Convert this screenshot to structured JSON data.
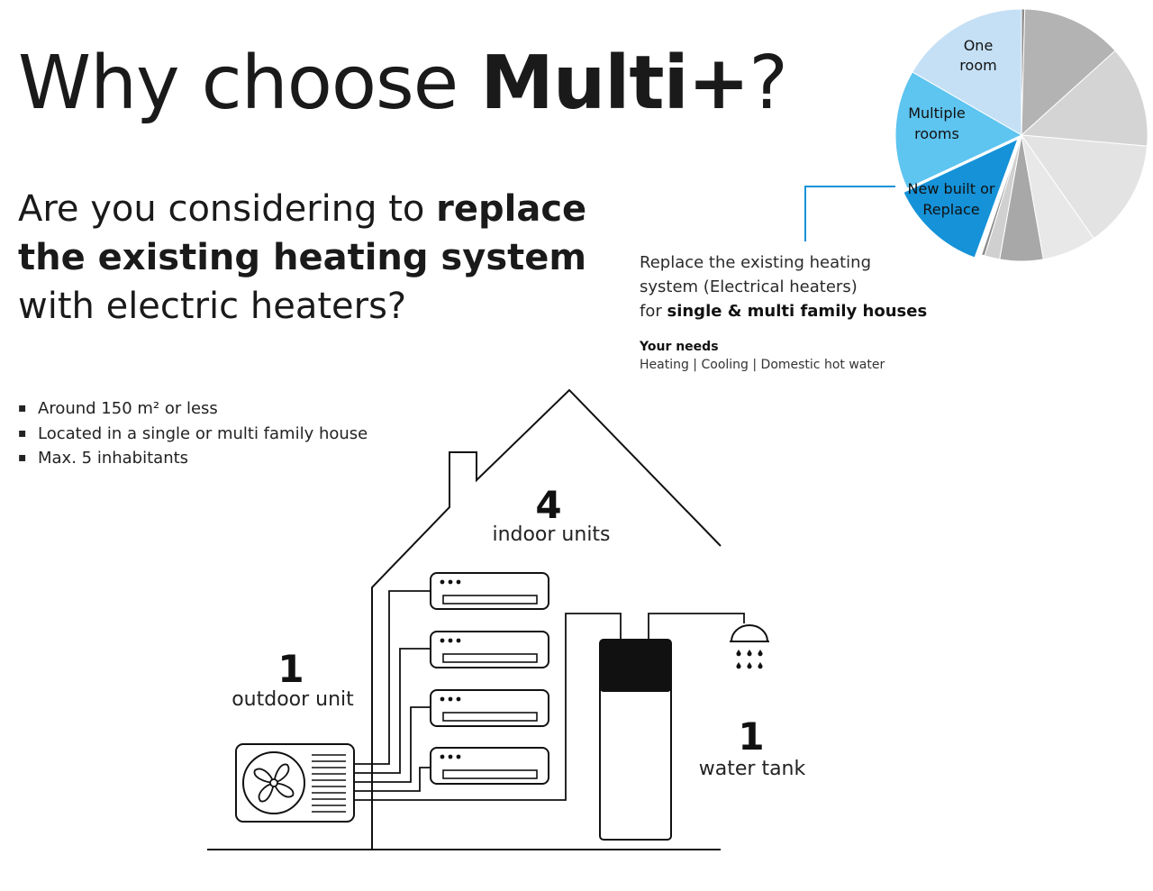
{
  "title": {
    "prefix": "Why choose ",
    "brand": "Multi+",
    "suffix": "?"
  },
  "subtitle": {
    "part1": "Are you considering to ",
    "bold": "replace the existing heating system",
    "part2": " with electric heaters?"
  },
  "bullets": [
    "Around 150 m² or less",
    "Located in a single or multi family house",
    "Max. 5 inhabitants"
  ],
  "pie": {
    "segments": [
      {
        "label_line1": "One",
        "label_line2": "room",
        "color": "#c5e0f5"
      },
      {
        "label_line1": "Multiple",
        "label_line2": "rooms",
        "color": "#5ec4f0"
      },
      {
        "label_line1": "New built or",
        "label_line2": "Replace",
        "color": "#1592d8"
      }
    ],
    "grey_colors": [
      "#8c8c8c",
      "#b3b3b3",
      "#d4d4d4",
      "#e3e3e3",
      "#e8e8e8",
      "#a8a8a8",
      "#d0d0d0",
      "#8c8c8c"
    ],
    "leader_color": "#1592d8"
  },
  "replace_info": {
    "line1": "Replace the existing heating",
    "line2": "system (Electrical heaters)",
    "line3_prefix": "for ",
    "line3_bold": "single & multi family houses"
  },
  "needs": {
    "title": "Your needs",
    "items": "Heating | Cooling | Domestic hot water"
  },
  "units": {
    "indoor": {
      "count": "4",
      "label": "indoor units"
    },
    "outdoor": {
      "count": "1",
      "label": "outdoor unit"
    },
    "tank": {
      "count": "1",
      "label": "water tank"
    }
  }
}
